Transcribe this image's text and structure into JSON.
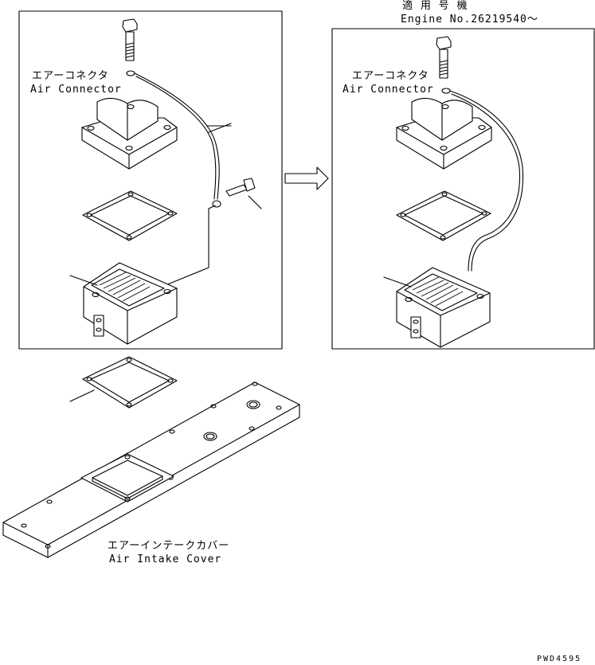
{
  "labels": {
    "air_connector_jp": "エアーコネクタ",
    "air_connector_en": "Air Connector",
    "applicable_jp": "適 用 号 機",
    "engine_no": "Engine No.26219540～",
    "intake_cover_jp": "エアーインテークカバー",
    "intake_cover_en": "Air Intake Cover",
    "drawing_code": "PWD4595"
  }
}
